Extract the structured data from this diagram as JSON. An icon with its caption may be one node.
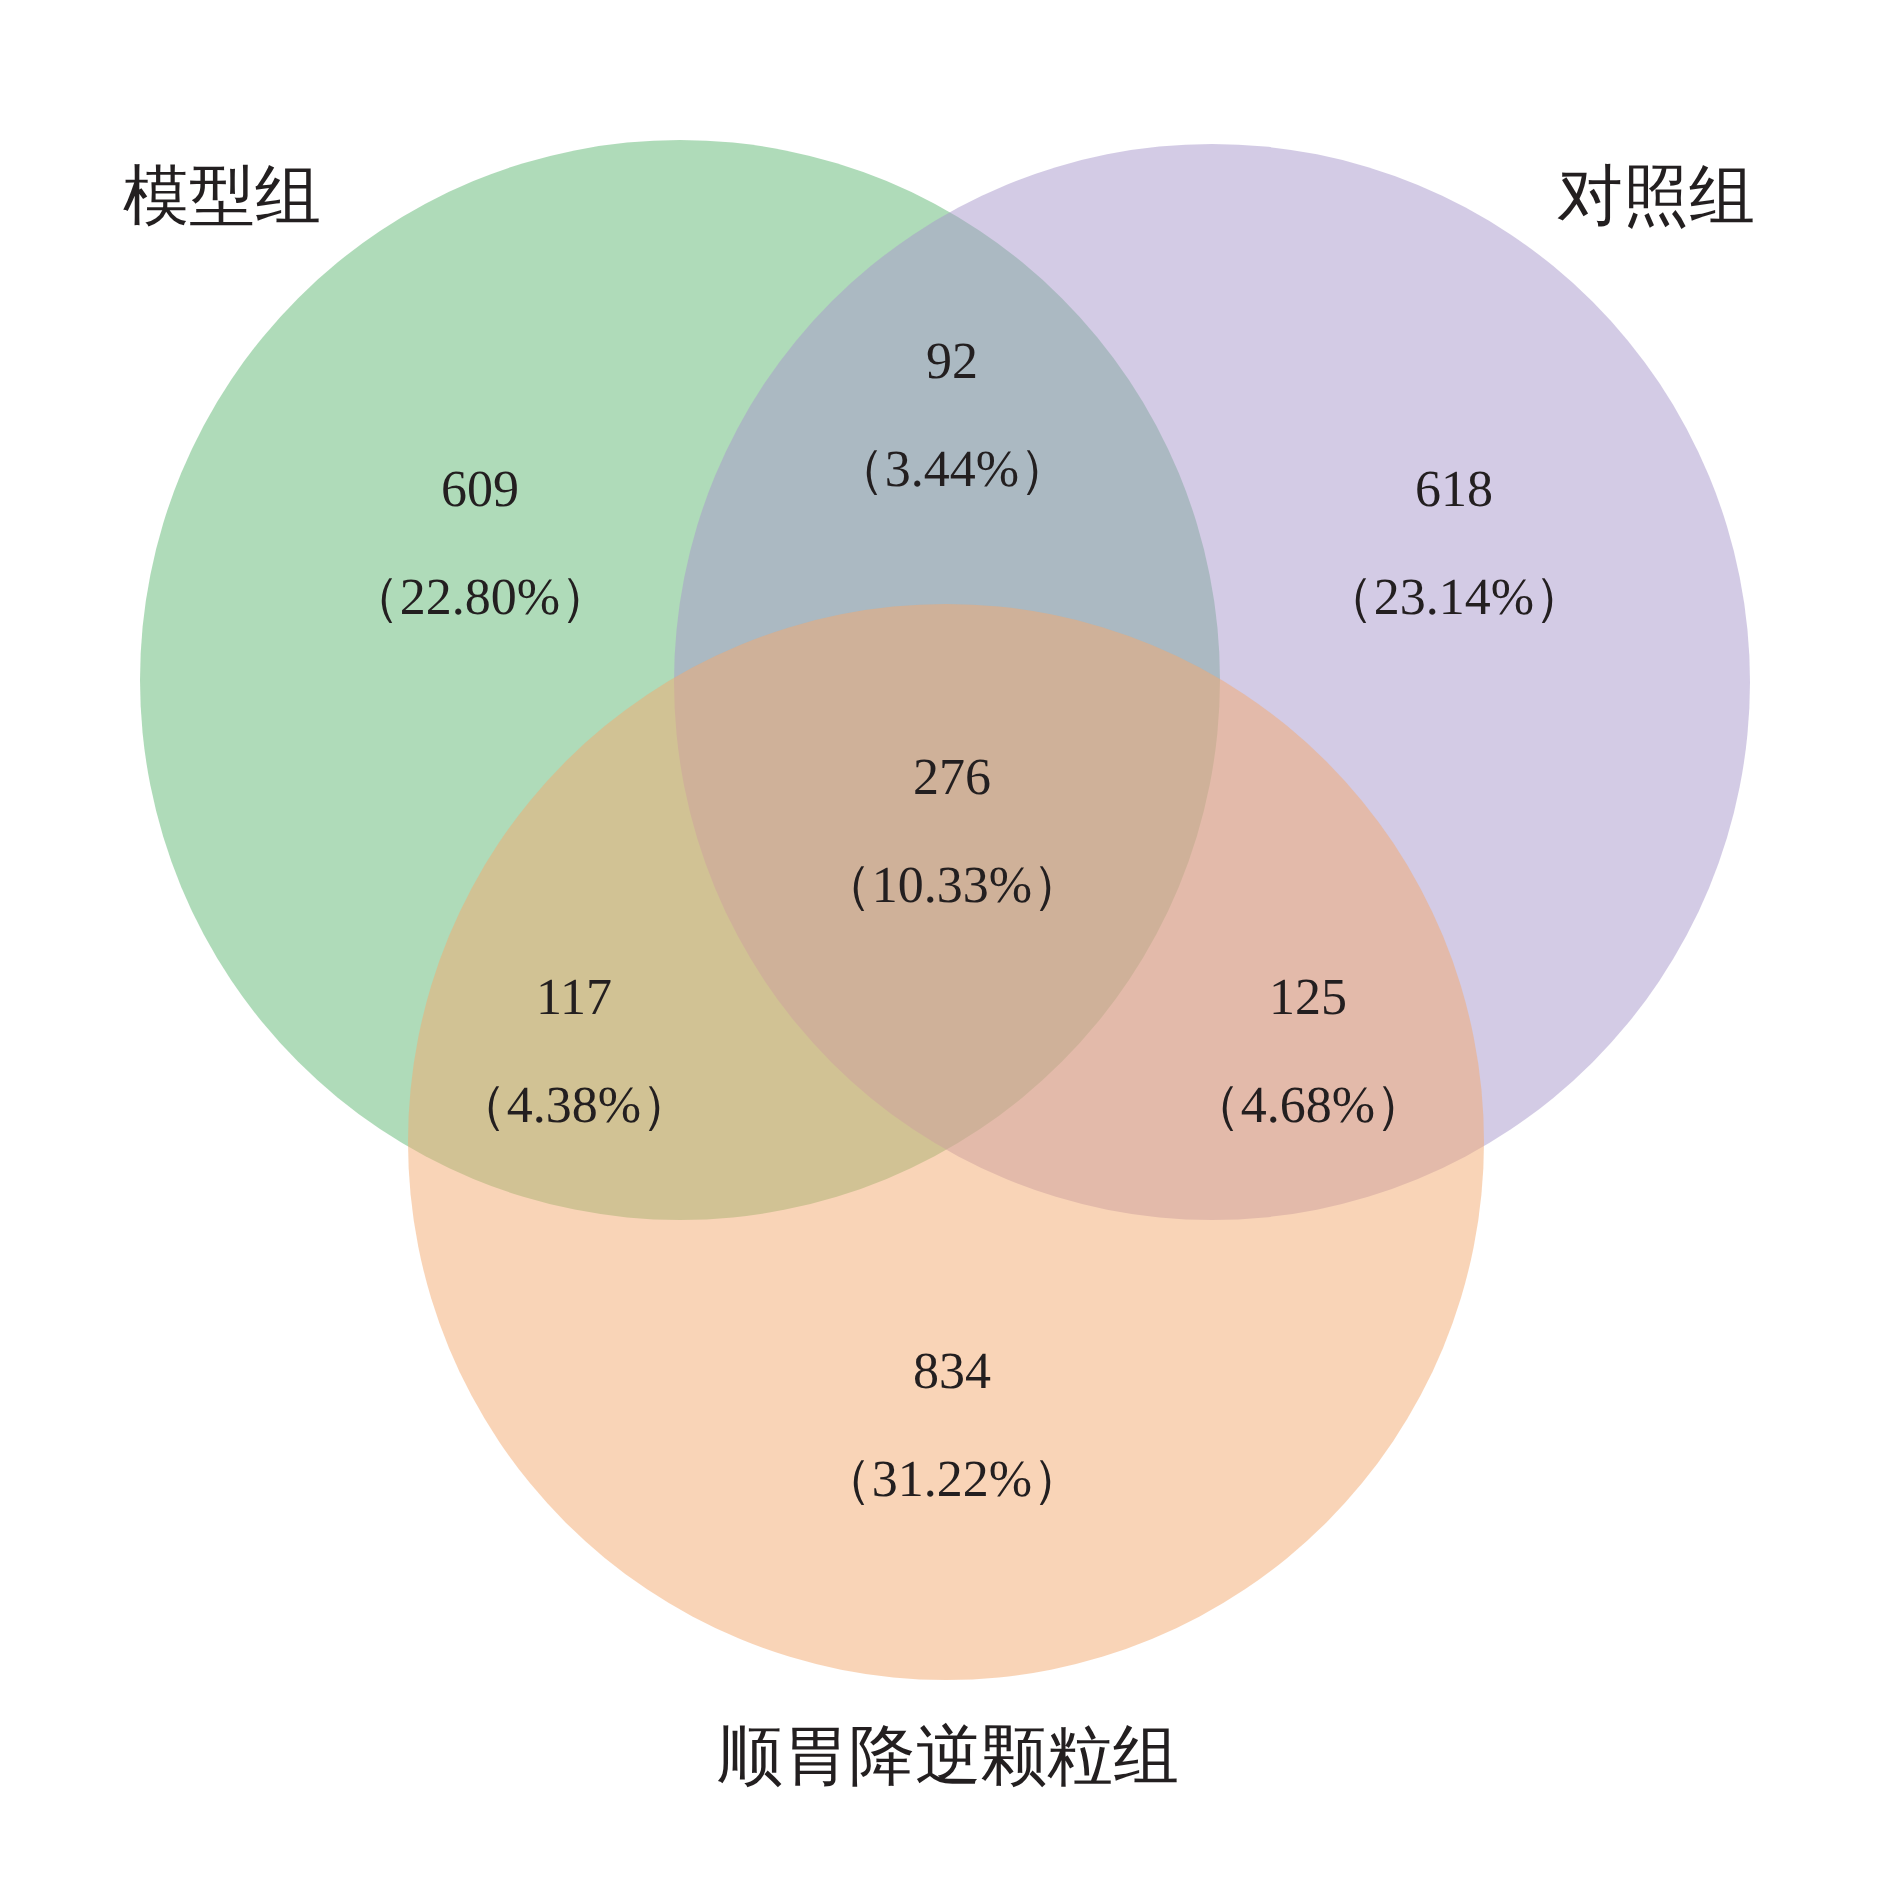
{
  "diagram": {
    "nodes": [
      {
        "text": [
          "模型组"
        ]
      },
      {
        "text": [
          "对照组"
        ]
      },
      {
        "text": [
          "顺胃降逆颗粒组"
        ]
      }
    ],
    "labels": [
      "92 （3.44%）",
      "609 （22.80%）",
      "618 （23.14%）",
      "276 （10.33%）",
      "117 （4.38%）",
      "125 （4.68%）",
      "834 （31.22%）"
    ]
  }
}
